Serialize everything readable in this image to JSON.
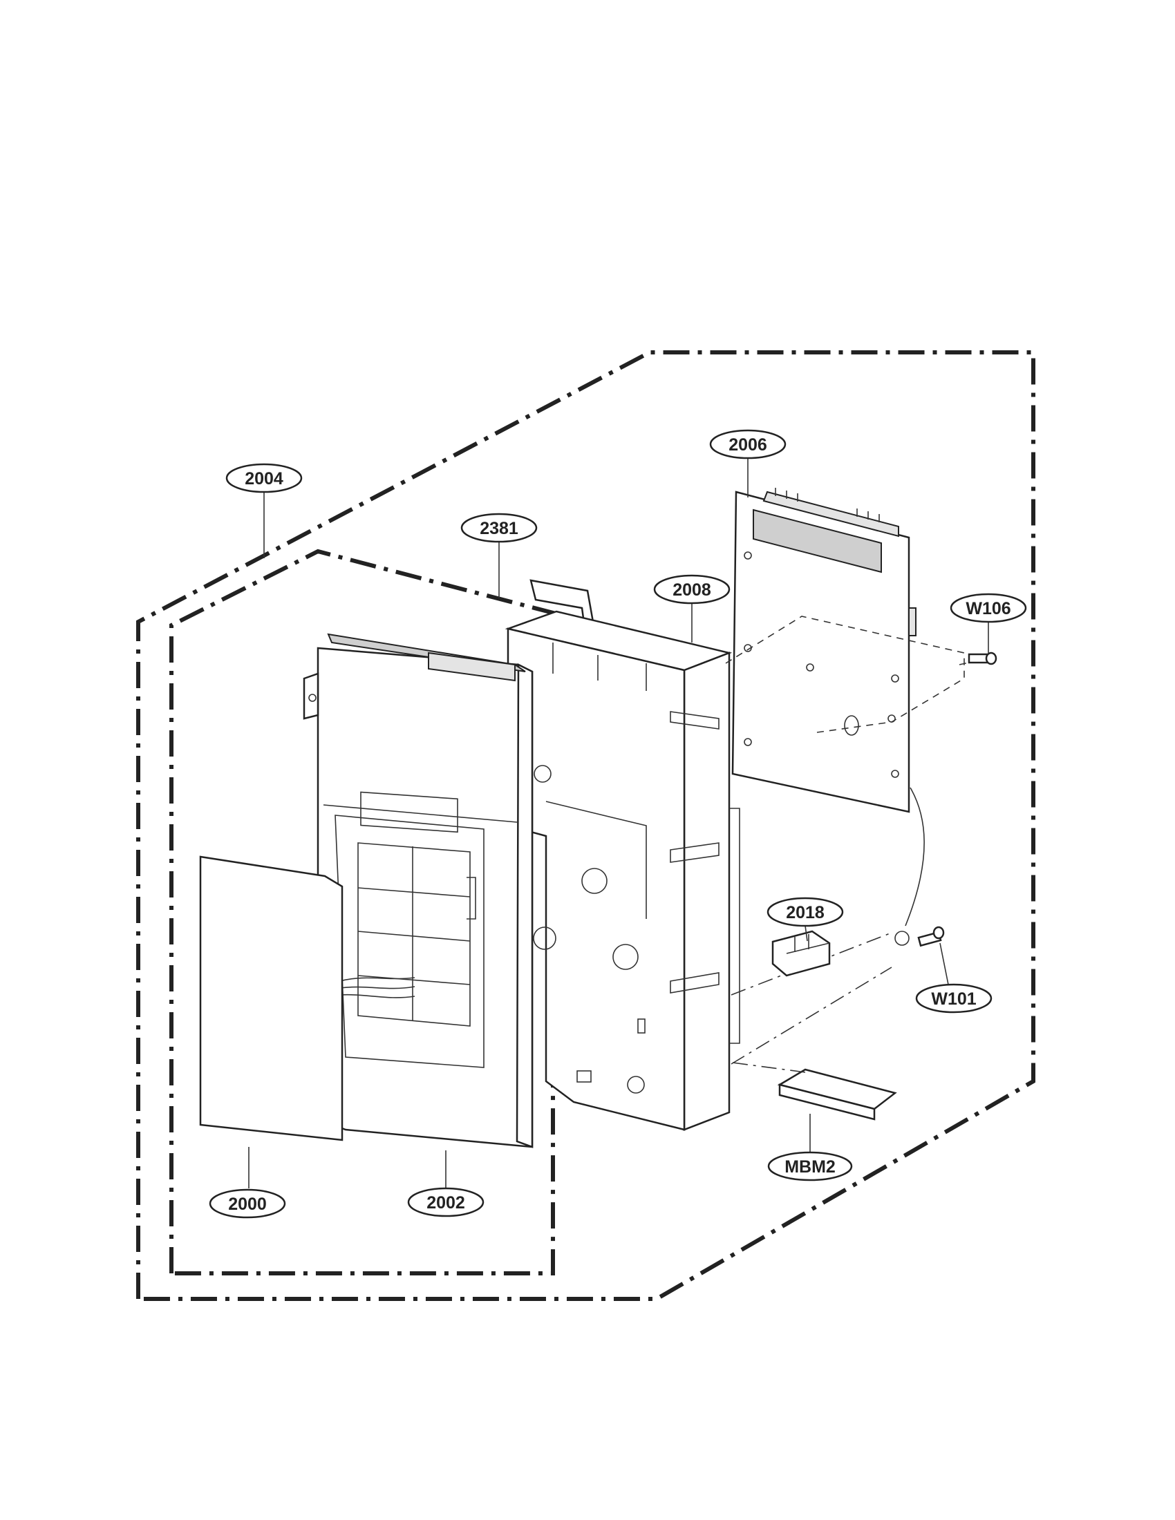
{
  "diagram": {
    "labels": {
      "p2000": "2000",
      "p2002": "2002",
      "p2004": "2004",
      "p2006": "2006",
      "p2008": "2008",
      "p2018": "2018",
      "p2381": "2381",
      "w101": "W101",
      "w106": "W106",
      "mbm2": "MBM2"
    }
  }
}
